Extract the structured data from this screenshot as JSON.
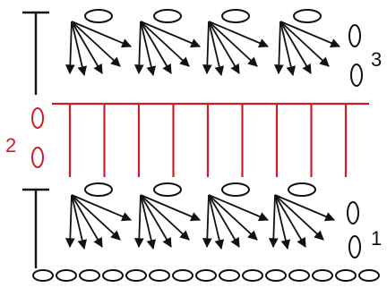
{
  "chart": {
    "colors": {
      "ink": "#111111",
      "red": "#cc1e2a"
    },
    "row_labels": [
      {
        "text": "1",
        "row": 1,
        "color": "#111111"
      },
      {
        "text": "2",
        "row": 2,
        "color": "#cc1e2a"
      },
      {
        "text": "3",
        "row": 3,
        "color": "#111111"
      }
    ],
    "stitches": {
      "foundation_chains": 15,
      "row1_fans": 4,
      "row2_dc": 9,
      "row3_fans": 4,
      "stems_per_fan": 5
    },
    "symbols": {
      "chain": "chain-oval",
      "double_crochet": "T-post",
      "fan": "dc-fan"
    }
  }
}
